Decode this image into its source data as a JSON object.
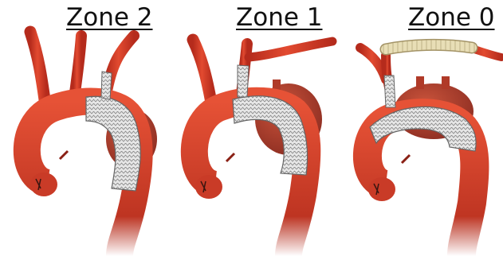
{
  "panels": [
    {
      "title": "Zone 2"
    },
    {
      "title": "Zone 1"
    },
    {
      "title": "Zone 0"
    }
  ],
  "colors": {
    "vessel": "#d93a23",
    "vessel_dark": "#a8261a",
    "vessel_light": "#f07a5e",
    "heart": "#b0402c",
    "stent": "#e4e4e4",
    "stent_line": "#6a6a6a",
    "bypass_graft": "#e6dcb2"
  }
}
